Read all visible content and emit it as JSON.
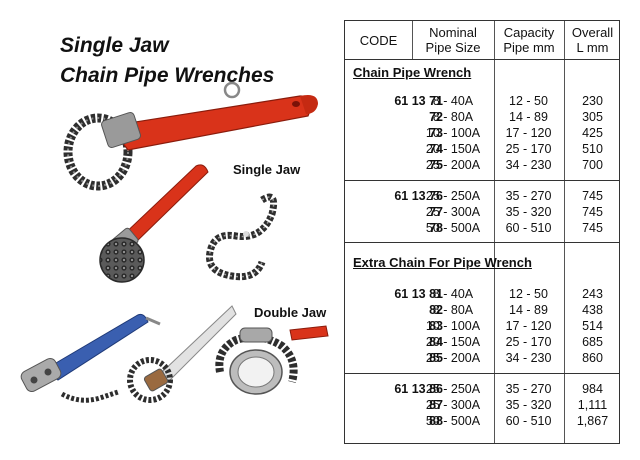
{
  "title_line1": "Single Jaw",
  "title_line2": "Chain Pipe Wrenches",
  "caption_single": "Single Jaw",
  "caption_double": "Double Jaw",
  "colors": {
    "wrench_red": "#d9331a",
    "wrench_blue": "#3a5fb0",
    "chain": "#3a3a3a",
    "jaw": "#9a9a9a"
  },
  "table": {
    "headers": {
      "code": "CODE",
      "nominal_1": "Nominal",
      "nominal_2": "Pipe Size",
      "capacity_1": "Capacity",
      "capacity_2": "Pipe mm",
      "overall_1": "Overall",
      "overall_2": "L mm"
    },
    "sections": [
      {
        "title": "Chain Pipe Wrench",
        "groups": [
          {
            "rows": [
              {
                "code": "61 13 71",
                "nominal": "8 - 40A",
                "capacity": "12 - 50",
                "length": "230"
              },
              {
                "code": "72",
                "nominal": "8 - 80A",
                "capacity": "14 - 89",
                "length": "305"
              },
              {
                "code": "73",
                "nominal": "10 - 100A",
                "capacity": "17 - 120",
                "length": "425"
              },
              {
                "code": "74",
                "nominal": "20 - 150A",
                "capacity": "25 - 170",
                "length": "510"
              },
              {
                "code": "75",
                "nominal": "25 - 200A",
                "capacity": "34 - 230",
                "length": "700"
              }
            ]
          },
          {
            "rows": [
              {
                "code": "61 13 76",
                "nominal": "25 - 250A",
                "capacity": "35 - 270",
                "length": "745"
              },
              {
                "code": "77",
                "nominal": "25 - 300A",
                "capacity": "35 - 320",
                "length": "745"
              },
              {
                "code": "78",
                "nominal": "50 - 500A",
                "capacity": "60 - 510",
                "length": "745"
              }
            ]
          }
        ]
      },
      {
        "title": "Extra Chain For Pipe Wrench",
        "groups": [
          {
            "rows": [
              {
                "code": "61 13 81",
                "nominal": "8 - 40A",
                "capacity": "12 - 50",
                "length": "243"
              },
              {
                "code": "82",
                "nominal": "8 - 80A",
                "capacity": "14 - 89",
                "length": "438"
              },
              {
                "code": "83",
                "nominal": "10 - 100A",
                "capacity": "17 - 120",
                "length": "514"
              },
              {
                "code": "84",
                "nominal": "20 - 150A",
                "capacity": "25 - 170",
                "length": "685"
              },
              {
                "code": "85",
                "nominal": "25 - 200A",
                "capacity": "34 - 230",
                "length": "860"
              }
            ]
          },
          {
            "rows": [
              {
                "code": "61 13 86",
                "nominal": "25 - 250A",
                "capacity": "35 - 270",
                "length": "984"
              },
              {
                "code": "87",
                "nominal": "25 - 300A",
                "capacity": "35 - 320",
                "length": "1,111"
              },
              {
                "code": "88",
                "nominal": "50 - 500A",
                "capacity": "60 - 510",
                "length": "1,867"
              }
            ]
          }
        ]
      }
    ]
  }
}
